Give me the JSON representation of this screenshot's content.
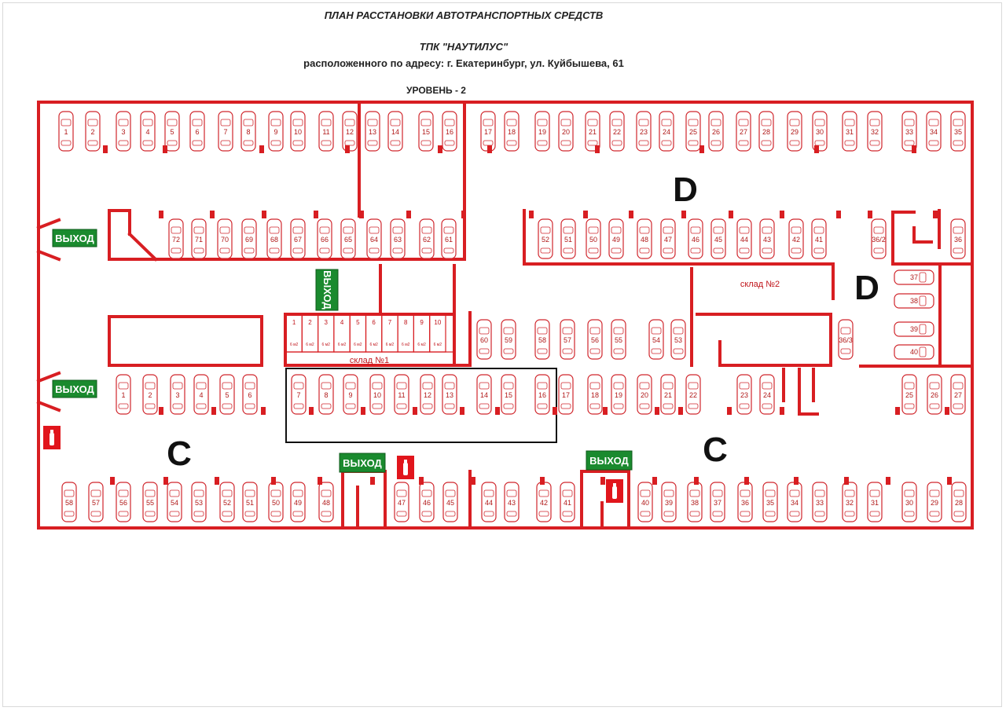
{
  "header": {
    "title": "ПЛАН РАССТАНОВКИ АВТОТРАНСПОРТНЫХ СРЕДСТВ",
    "company": "ТПК \"НАУТИЛУС\"",
    "address": "расположенного по адресу: г. Екатеринбург, ул. Куйбышева, 61",
    "level": "УРОВЕНЬ - 2"
  },
  "colors": {
    "wall": "#d81e22",
    "car": "#d0262c",
    "exit_bg": "#1a8a2e",
    "zone_text": "#111111"
  },
  "exit_label": "ВЫХОД",
  "zones": {
    "d": "D",
    "c": "C"
  },
  "storage": {
    "one": "склад №1",
    "two": "склад №2"
  },
  "storage_boxes": [
    "1",
    "2",
    "3",
    "4",
    "5",
    "6",
    "7",
    "8",
    "9",
    "10"
  ],
  "storage_box_area": "6 м2",
  "parking": {
    "row_top": [
      "1",
      "2",
      "3",
      "4",
      "5",
      "6",
      "7",
      "8",
      "9",
      "10",
      "11",
      "12",
      "13",
      "14",
      "15",
      "16",
      "17",
      "18",
      "19",
      "20",
      "21",
      "22",
      "23",
      "24",
      "25",
      "26",
      "27",
      "28",
      "29",
      "30",
      "31",
      "32",
      "33",
      "34",
      "35"
    ],
    "row_d_left": [
      "72",
      "71",
      "70",
      "69",
      "68",
      "67",
      "66",
      "65",
      "64",
      "63",
      "62",
      "61"
    ],
    "row_d_right": [
      "52",
      "51",
      "50",
      "49",
      "48",
      "47",
      "46",
      "45",
      "44",
      "43",
      "42",
      "41",
      "36/2",
      "36"
    ],
    "row_mid_upper": [
      "60",
      "59",
      "58",
      "57",
      "56",
      "55",
      "54",
      "53",
      "36/3"
    ],
    "side_right": [
      "37",
      "38",
      "39",
      "40"
    ],
    "row_mid_lower": [
      "1",
      "2",
      "3",
      "4",
      "5",
      "6",
      "7",
      "8",
      "9",
      "10",
      "11",
      "12",
      "13",
      "14",
      "15",
      "16",
      "17",
      "18",
      "19",
      "20",
      "21",
      "22",
      "23",
      "24",
      "25",
      "26",
      "27"
    ],
    "row_bottom": [
      "58",
      "57",
      "56",
      "55",
      "54",
      "53",
      "52",
      "51",
      "50",
      "49",
      "48",
      "47",
      "46",
      "45",
      "44",
      "43",
      "42",
      "41",
      "40",
      "39",
      "38",
      "37",
      "36",
      "35",
      "34",
      "33",
      "32",
      "31",
      "30",
      "29",
      "28"
    ]
  },
  "icons": [
    "car-icon",
    "fire-extinguisher-icon",
    "exit-sign-icon"
  ]
}
